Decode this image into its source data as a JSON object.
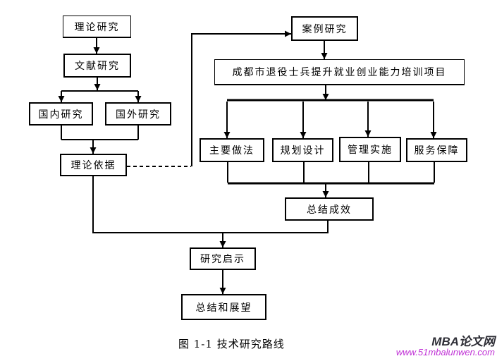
{
  "nodes": {
    "theory_research": "理论研究",
    "literature_research": "文献研究",
    "domestic_research": "国内研究",
    "foreign_research": "国外研究",
    "theoretical_basis": "理论依据",
    "case_study": "案例研究",
    "training_project": "成都市退役士兵提升就业创业能力培训项目",
    "main_practices": "主要做法",
    "planning_design": "规划设计",
    "management_implementation": "管理实施",
    "service_guarantee": "服务保障",
    "summary_results": "总结成效",
    "research_implications": "研究启示",
    "summary_outlook": "总结和展望"
  },
  "caption": "图 1-1 技术研究路线",
  "watermark": {
    "site_name": "MBA论文网",
    "site_url": "www.51mbalunwen.com"
  },
  "colors": {
    "line": "#000000",
    "box_border": "#000000",
    "watermark_name": "#2e2e36",
    "watermark_url": "#c031d6"
  }
}
